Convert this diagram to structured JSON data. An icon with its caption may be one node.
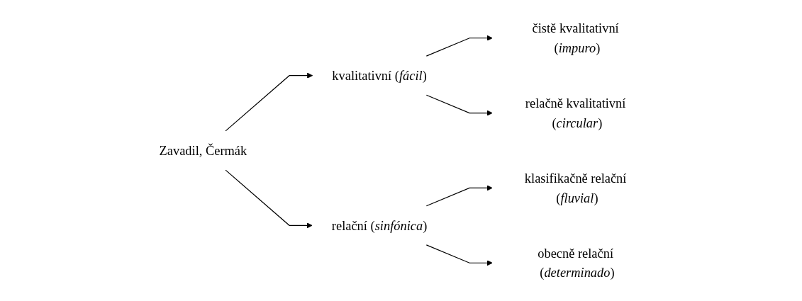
{
  "diagram": {
    "nodes": [
      {
        "text": [
          "Zavadil, Čermák"
        ]
      },
      {
        "text": [
          "kvalitativní (*fácil*)"
        ]
      },
      {
        "text": [
          "relační (*sinfónica*)"
        ]
      },
      {
        "text": [
          "čistě kvalitativní (*impuro*)"
        ]
      },
      {
        "text": [
          "relačně kvalitativní (*circular*)"
        ]
      },
      {
        "text": [
          "klasifikačně relační (*fluvial*)"
        ]
      },
      {
        "text": [
          "obecně relační (*determinado*)"
        ]
      }
    ],
    "edges": [
      {
        "from": 0,
        "to": 1,
        "arrow": "to"
      },
      {
        "from": 0,
        "to": 2,
        "arrow": "to"
      },
      {
        "from": 1,
        "to": 3,
        "arrow": "to"
      },
      {
        "from": 1,
        "to": 4,
        "arrow": "to"
      },
      {
        "from": 2,
        "to": 5,
        "arrow": "to"
      },
      {
        "from": 2,
        "to": 6,
        "arrow": "to"
      }
    ]
  }
}
